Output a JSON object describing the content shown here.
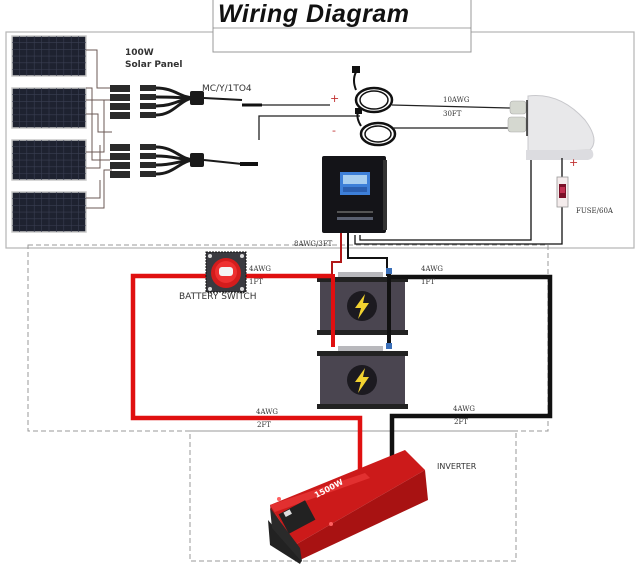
{
  "title": "Wiring Diagram",
  "solar_panel": {
    "label_line1": "100W",
    "label_line2": "Solar Panel",
    "count": 4
  },
  "branch_connector": {
    "label": "MC/Y/1TO4"
  },
  "pv_cable": {
    "positive_symbol": "+",
    "negative_symbol": "-",
    "gauge": "10AWG",
    "length": "30FT"
  },
  "charge_controller": {
    "cable_label": "8AWG/3FT"
  },
  "fuse": {
    "label": "FUSE/60A",
    "polarity": "+"
  },
  "battery_switch": {
    "label": "BATTERY SWITCH",
    "gauge": "4AWG",
    "length": "1FT"
  },
  "battery_negative_cable": {
    "gauge": "4AWG",
    "length": "1FT"
  },
  "inverter_positive_cable": {
    "gauge": "4AWG",
    "length": "2FT"
  },
  "inverter_negative_cable": {
    "gauge": "4AWG",
    "length": "2FT"
  },
  "inverter": {
    "label": "INVERTER",
    "rating": "1500W"
  },
  "colors": {
    "positive_wire": "#e01010",
    "negative_wire": "#111111",
    "battery_body": "#4a4550",
    "inverter_red": "#d91c1c",
    "controller_screen": "#3d7fd8"
  }
}
